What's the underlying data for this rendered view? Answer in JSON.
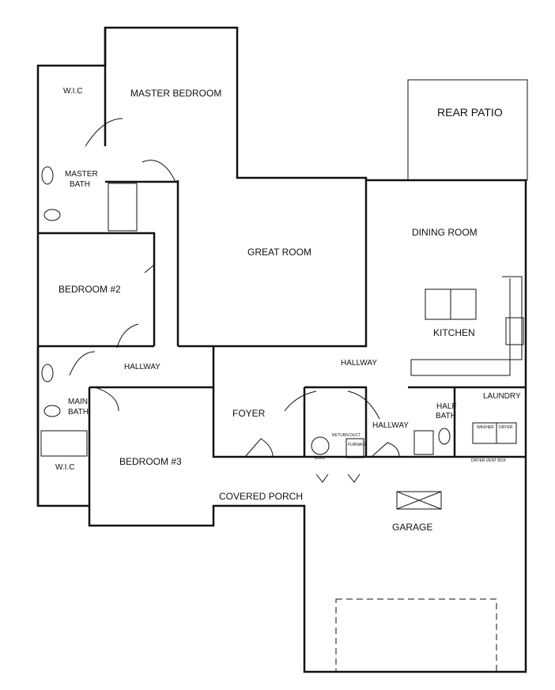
{
  "plan": {
    "rooms": {
      "master_bedroom": "MASTER BEDROOM",
      "wic_master": "W.I.C",
      "master_bath_1": "MASTER",
      "master_bath_2": "BATH",
      "rear_patio": "REAR PATIO",
      "great_room": "GREAT ROOM",
      "dining_room": "DINING ROOM",
      "bedroom_2": "BEDROOM #2",
      "kitchen": "KITCHEN",
      "hallway_left": "HALLWAY",
      "hallway_center": "HALLWAY",
      "hallway_garage": "HALLWAY",
      "laundry": "LAUNDRY",
      "half_bath_1": "HALF",
      "half_bath_2": "BATH",
      "main_bath_1": "MAIN",
      "main_bath_2": "BATH",
      "foyer": "FOYER",
      "bedroom_3": "BEDROOM #3",
      "wic_bed3": "W.I.C",
      "covered_porch": "COVERED PORCH",
      "garage": "GARAGE"
    },
    "fixtures": {
      "elec": "ELEC",
      "dryer_vent_box": "DRYER VENT BOX",
      "washer": "WASHER",
      "dryer": "DRYER",
      "furnace": "FURNACE",
      "return_duct": "RETURN DUCT"
    },
    "colors": {
      "line": "#111111",
      "background": "#ffffff"
    }
  }
}
